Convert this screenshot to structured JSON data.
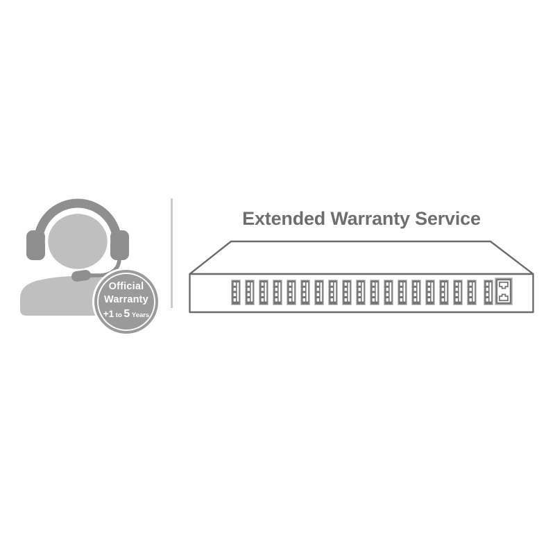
{
  "header": {
    "title": "Extended Warranty Service"
  },
  "badge": {
    "line1": "Official",
    "line2": "Warranty",
    "range": {
      "plus": "+1",
      "to": "to",
      "five": "5",
      "years": "Years"
    }
  },
  "icons": {
    "support_agent": "support-agent-headset-icon",
    "device": "rack-switch-illustration",
    "uplink_port": "uplink-port-icon",
    "network_port": "network-port-icon"
  },
  "device": {
    "port_count": 18,
    "extra_port_count": 1,
    "uplink_port_count": 1
  },
  "colors": {
    "background": "#ffffff",
    "title": "#6e6e6e",
    "outline": "#6b6b6b",
    "port-dark": "#757575",
    "port-rim": "#c6c6c6",
    "person-dark": "#8f8f8f",
    "person-light": "#bfbfbf",
    "badge-fill": "#9a9a9a",
    "badge-text": "#ffffff",
    "divider": "#cbcbcb"
  }
}
